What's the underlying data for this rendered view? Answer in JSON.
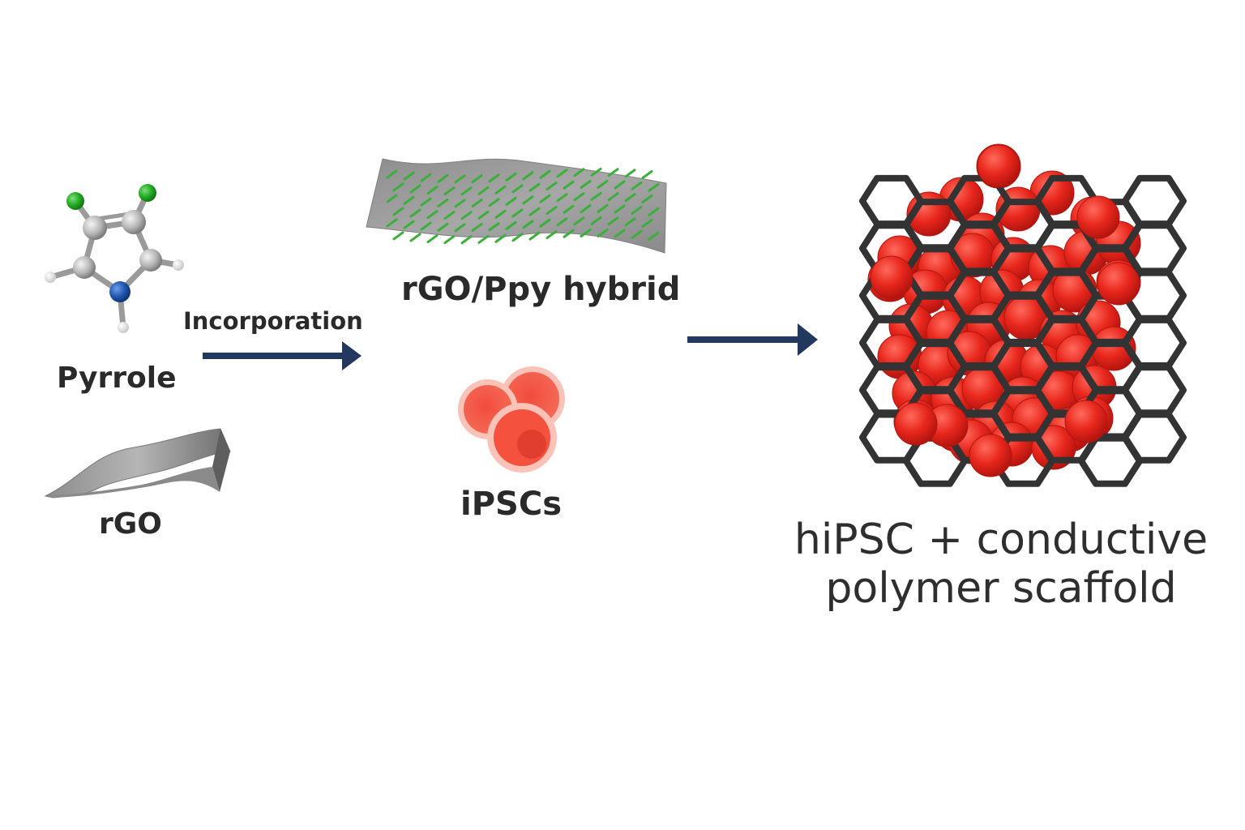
{
  "labels": {
    "pyrrole": "Pyrrole",
    "rgo": "rGO",
    "incorporation": "Incorporation",
    "hybrid": "rGO/Ppy hybrid",
    "ipscs": "iPSCs",
    "product_line1": "hiPSC + conductive",
    "product_line2": "polymer scaffold"
  },
  "colors": {
    "arrow": "#23385e",
    "cell_red": "#e8271d",
    "ipsc_red": "#f25a4a",
    "scaffold_lattice": "#333333",
    "graphene_gray": "#9a9a9a",
    "ppy_green": "#3ab03a",
    "chlorine_green": "#22aa22",
    "nitrogen_blue": "#1f57b0"
  },
  "icons": {
    "pyrrole": "pyrrole-molecule-icon",
    "rgo": "rgo-sheet-icon",
    "hybrid": "rgo-ppy-hybrid-sheet-icon",
    "ipscs": "ipsc-cells-icon",
    "scaffold": "cell-laden-scaffold-icon"
  }
}
